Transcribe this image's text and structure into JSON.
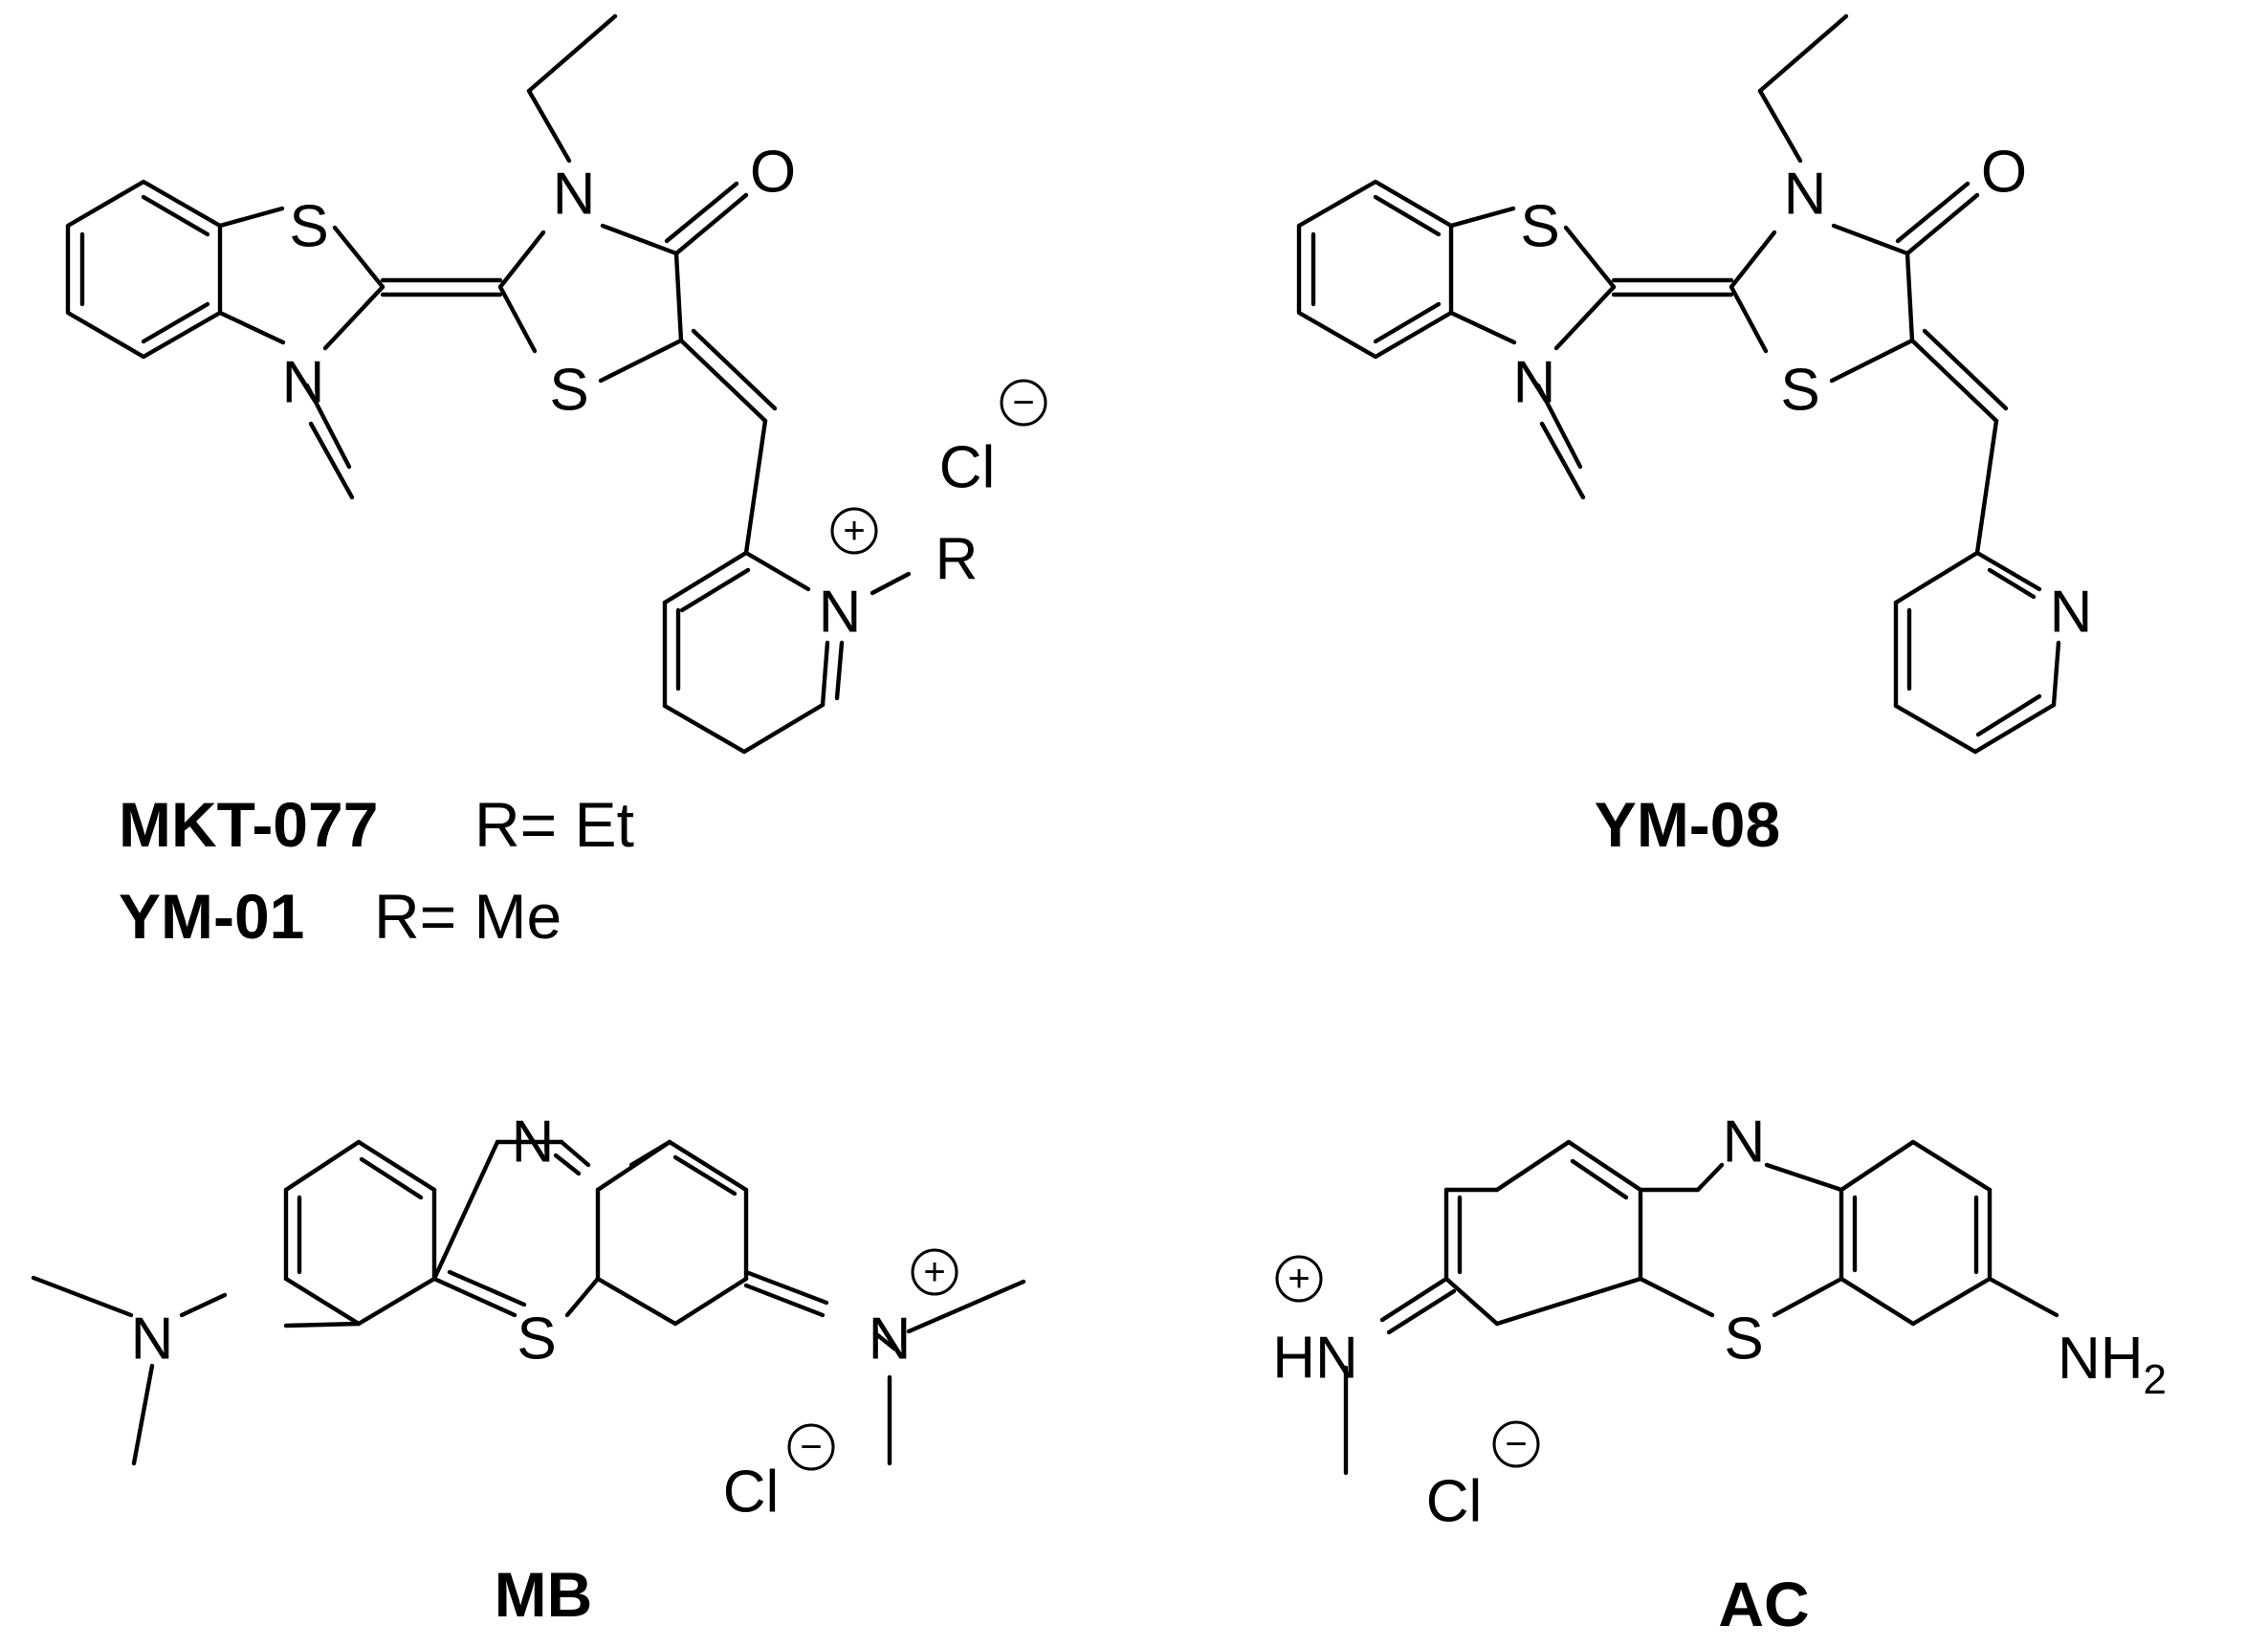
{
  "atoms": {
    "S": "S",
    "N": "N",
    "O": "O",
    "Cl": "Cl",
    "R": "R",
    "HN": "HN",
    "NH": "NH",
    "two": "2",
    "plus": "+",
    "minus": "−"
  },
  "labels": {
    "mkt077": {
      "name": "MKT-077",
      "suffix": "R= Et"
    },
    "ym01": {
      "name": "YM-01",
      "suffix": "R= Me"
    },
    "ym08": {
      "name": "YM-08"
    },
    "mb": {
      "name": "MB"
    },
    "ac": {
      "name": "AC"
    }
  }
}
